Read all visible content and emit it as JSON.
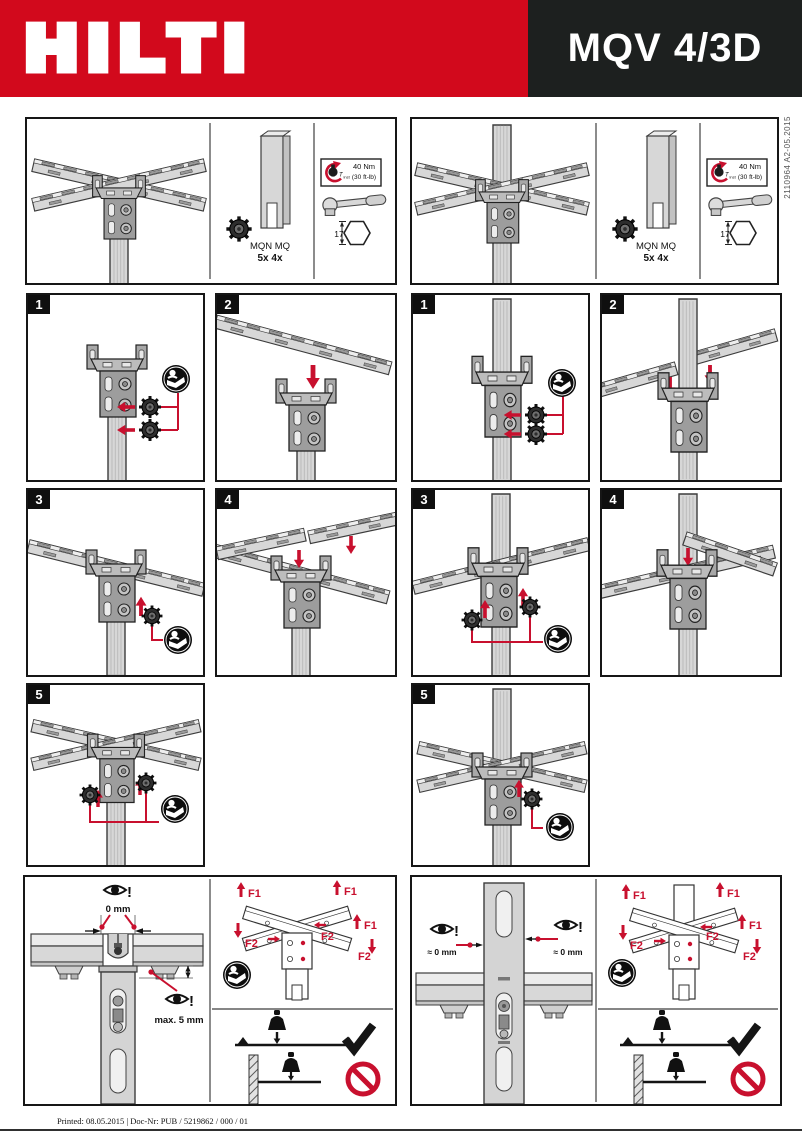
{
  "header": {
    "brand": "HILTI",
    "product": "MQV 4/3D"
  },
  "margin_note": "2110964 A2-05.2015",
  "overview": {
    "parts_line1": "MQN MQ",
    "parts_line2": "5x 4x",
    "torque_value": "40 Nm",
    "torque_alt": "(30 ft-lb)",
    "torque_symbol": "T",
    "torque_symbol_sub": "inst",
    "hex_size": "17"
  },
  "steps": {
    "left": [
      "1",
      "2",
      "3",
      "4",
      "5"
    ],
    "right": [
      "1",
      "2",
      "3",
      "4",
      "5"
    ]
  },
  "checks": {
    "bang": "!",
    "left_gap_top": "0 mm",
    "left_gap_side": "max. 5 mm",
    "right_gap_left": "≈ 0 mm",
    "right_gap_right": "≈ 0 mm",
    "f1": "F1",
    "f2": "F2"
  },
  "footer": {
    "imprint": "Printed: 08.05.2015 | Doc-Nr: PUB / 5219862 / 000 / 01"
  },
  "colors": {
    "brand_red": "#d2091c",
    "header_black": "#1d201f",
    "arrow_red": "#c8102e"
  }
}
